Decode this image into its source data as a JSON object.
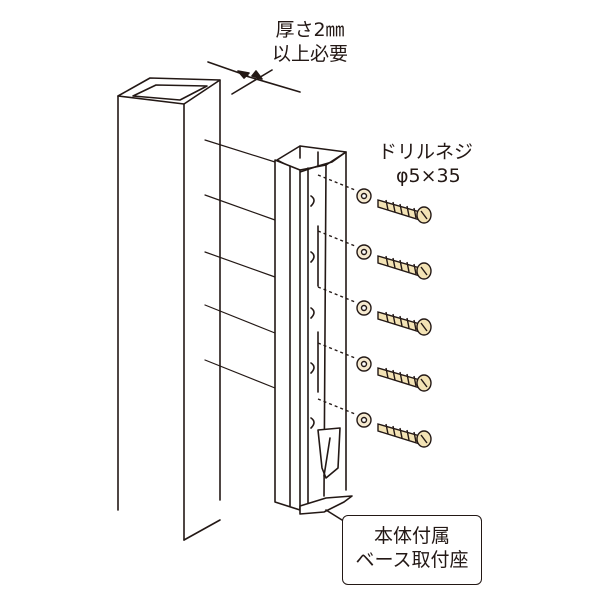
{
  "labels": {
    "thickness_line1": "厚さ2㎜",
    "thickness_line2": "以上必要",
    "screw_line1": "ドリルネジ",
    "screw_line2": "φ5×35",
    "base_line1": "本体付属",
    "base_line2": "ベース取付座"
  },
  "counts": {
    "screws": 5
  },
  "colors": {
    "line": "#231815",
    "screw_fill": "#f3e3b5",
    "washer_fill": "#f6ead0"
  }
}
